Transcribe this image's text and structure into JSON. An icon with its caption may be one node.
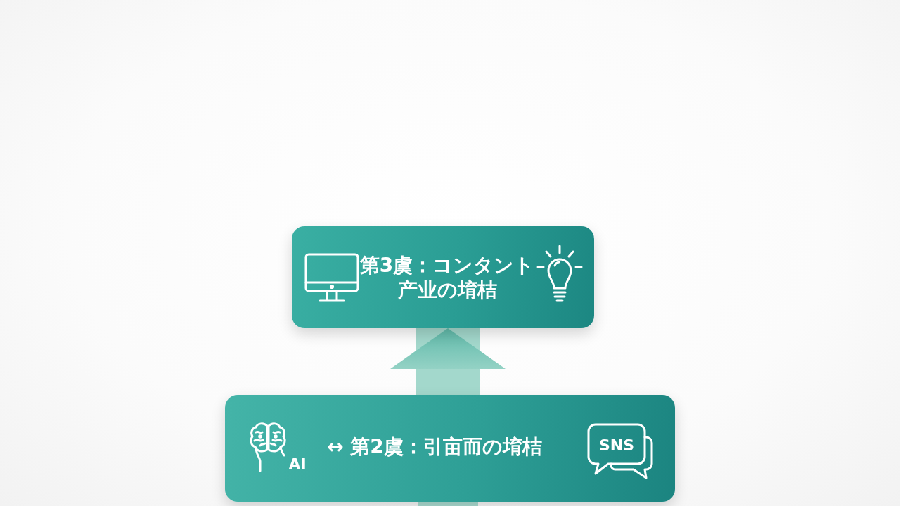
{
  "diagram": {
    "nodes": [
      {
        "text": [
          "第3虞：コンタント产业の堉桔"
        ]
      },
      {
        "text": [
          "AI",
          "↔ 第2虞：引亩而の堉桔",
          "SNS"
        ]
      }
    ],
    "edges": [
      {
        "from": 1,
        "to": 0,
        "arrow": "to"
      },
      {
        "from": null,
        "to": 1,
        "arrow": "none"
      }
    ]
  }
}
